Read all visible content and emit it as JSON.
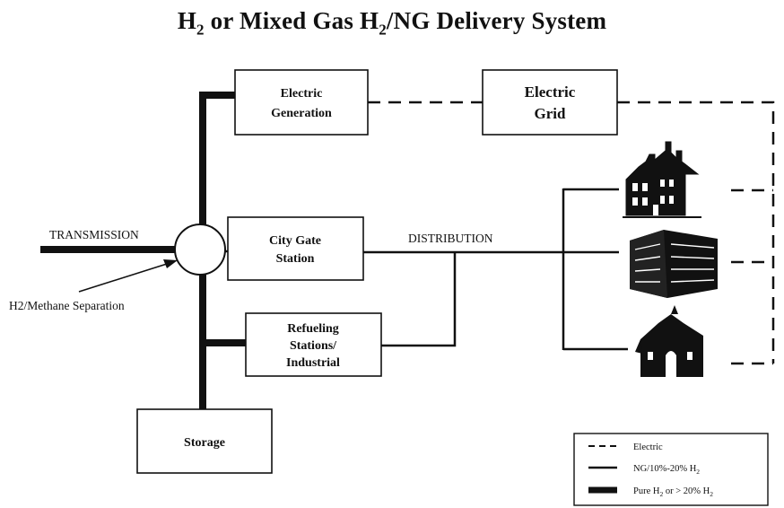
{
  "title": {
    "prefix": "H",
    "sub1": "2",
    "middle": " or Mixed Gas H",
    "sub2": "2",
    "suffix": "/NG Delivery System"
  },
  "boxes": {
    "electric_generation": [
      "Electric",
      "Generation"
    ],
    "electric_grid": [
      "Electric",
      "Grid"
    ],
    "city_gate_station": [
      "City Gate",
      "Station"
    ],
    "refueling": [
      "Refueling",
      "Stations/",
      "Industrial"
    ],
    "storage": [
      "Storage"
    ]
  },
  "labels": {
    "transmission": "TRANSMISSION",
    "distribution": "DISTRIBUTION",
    "separation": "H2/Methane Separation"
  },
  "legend": {
    "electric": "Electric",
    "ng_prefix": "NG/10%-20% H",
    "ng_sub": "2",
    "pure_prefix": "Pure H",
    "pure_sub": "2",
    "pure_suffix": " or > 20% H",
    "pure_sub2": "2"
  },
  "consumers": [
    "house-icon",
    "apartment-building-icon",
    "church-icon"
  ]
}
